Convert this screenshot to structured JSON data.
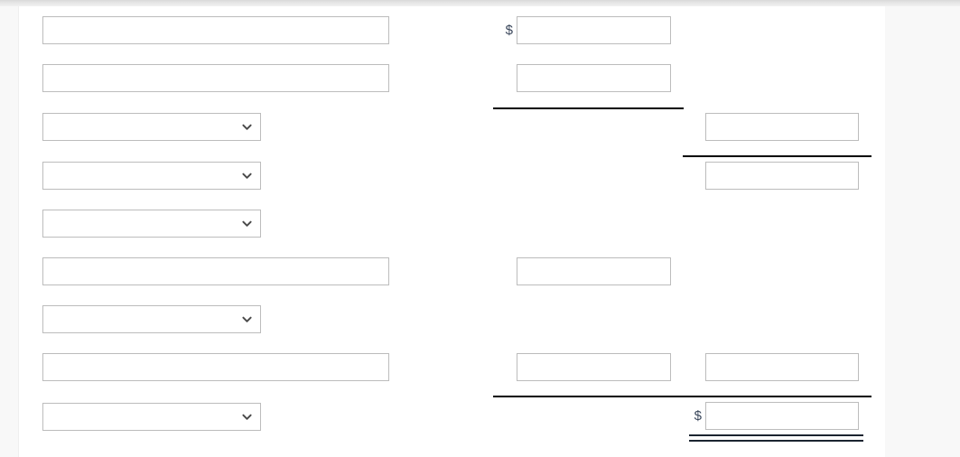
{
  "page": {
    "title": "Blank tax worksheet form",
    "background_color": "#f8f8f8",
    "sheet_color": "#ffffff",
    "rule_color": "#000000",
    "field_border_color": "#bcbcbc",
    "currency_symbol": "$"
  },
  "columns": {
    "left": {
      "label": "left-column"
    },
    "middle": {
      "label": "middle-column"
    },
    "right": {
      "label": "right-column"
    }
  },
  "fields": {
    "left": [
      {
        "name": "left-text-1",
        "type": "text",
        "value": "",
        "placeholder": ""
      },
      {
        "name": "left-text-2",
        "type": "text",
        "value": "",
        "placeholder": ""
      },
      {
        "name": "left-select-1",
        "type": "select",
        "value": "",
        "options": [
          ""
        ]
      },
      {
        "name": "left-select-2",
        "type": "select",
        "value": "",
        "options": [
          ""
        ]
      },
      {
        "name": "left-select-3",
        "type": "select",
        "value": "",
        "options": [
          ""
        ]
      },
      {
        "name": "left-text-3",
        "type": "text",
        "value": "",
        "placeholder": ""
      },
      {
        "name": "left-select-4",
        "type": "select",
        "value": "",
        "options": [
          ""
        ]
      },
      {
        "name": "left-text-4",
        "type": "text",
        "value": "",
        "placeholder": ""
      },
      {
        "name": "left-select-5",
        "type": "select",
        "value": "",
        "options": [
          ""
        ]
      }
    ],
    "middle": [
      {
        "name": "middle-amount-1",
        "type": "text",
        "value": "",
        "placeholder": "",
        "prefix": "$"
      },
      {
        "name": "middle-amount-2",
        "type": "text",
        "value": "",
        "placeholder": "",
        "prefix": ""
      },
      {
        "name": "middle-amount-3",
        "type": "text",
        "value": "",
        "placeholder": "",
        "prefix": ""
      },
      {
        "name": "middle-amount-4",
        "type": "text",
        "value": "",
        "placeholder": "",
        "prefix": ""
      }
    ],
    "right": [
      {
        "name": "right-amount-1",
        "type": "text",
        "value": "",
        "placeholder": "",
        "prefix": ""
      },
      {
        "name": "right-amount-2",
        "type": "text",
        "value": "",
        "placeholder": "",
        "prefix": ""
      },
      {
        "name": "right-amount-3",
        "type": "text",
        "value": "",
        "placeholder": "",
        "prefix": ""
      },
      {
        "name": "right-total",
        "type": "text",
        "value": "",
        "placeholder": "",
        "prefix": "$"
      }
    ]
  },
  "rules": [
    {
      "name": "subtotal-rule-middle",
      "style": "single"
    },
    {
      "name": "subtotal-rule-right",
      "style": "single"
    },
    {
      "name": "subtotal-rule-wide",
      "style": "single"
    },
    {
      "name": "grand-total-rule",
      "style": "double"
    }
  ],
  "icons": {
    "chevron_down": "chevron-down-icon"
  }
}
